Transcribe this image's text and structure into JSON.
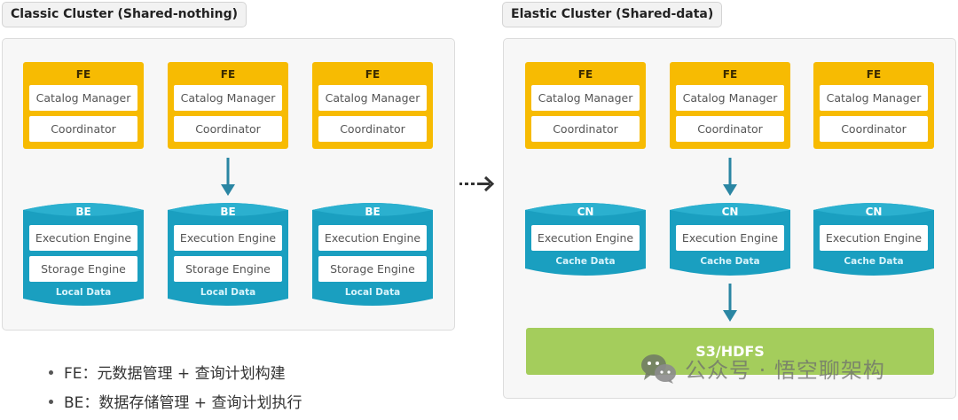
{
  "classic": {
    "label": "Classic Cluster (Shared-nothing)",
    "fe_nodes": [
      {
        "title": "FE",
        "items": [
          "Catalog Manager",
          "Coordinator"
        ]
      },
      {
        "title": "FE",
        "items": [
          "Catalog Manager",
          "Coordinator"
        ]
      },
      {
        "title": "FE",
        "items": [
          "Catalog Manager",
          "Coordinator"
        ]
      }
    ],
    "be_nodes": [
      {
        "title": "BE",
        "items": [
          "Execution Engine",
          "Storage Engine"
        ],
        "footer": "Local Data"
      },
      {
        "title": "BE",
        "items": [
          "Execution Engine",
          "Storage Engine"
        ],
        "footer": "Local Data"
      },
      {
        "title": "BE",
        "items": [
          "Execution Engine",
          "Storage Engine"
        ],
        "footer": "Local Data"
      }
    ]
  },
  "elastic": {
    "label": "Elastic Cluster (Shared-data)",
    "fe_nodes": [
      {
        "title": "FE",
        "items": [
          "Catalog Manager",
          "Coordinator"
        ]
      },
      {
        "title": "FE",
        "items": [
          "Catalog Manager",
          "Coordinator"
        ]
      },
      {
        "title": "FE",
        "items": [
          "Catalog Manager",
          "Coordinator"
        ]
      }
    ],
    "cn_nodes": [
      {
        "title": "CN",
        "items": [
          "Execution Engine"
        ],
        "footer": "Cache Data"
      },
      {
        "title": "CN",
        "items": [
          "Execution Engine"
        ],
        "footer": "Cache Data"
      },
      {
        "title": "CN",
        "items": [
          "Execution Engine"
        ],
        "footer": "Cache Data"
      }
    ],
    "storage": "S3/HDFS"
  },
  "transition_arrow": "dashed-right-arrow",
  "notes": [
    "FE：元数据管理 + 查询计划构建",
    "BE：数据存储管理 + 查询计划执行"
  ],
  "watermark": "公众号 · 悟空聊架构",
  "colors": {
    "fe": "#f7bb02",
    "node": "#1a9fc0",
    "node_top": "#2bb0cf",
    "arrow": "#2a86a3",
    "storage": "#a4cd5c",
    "panel": "#f7f7f7"
  }
}
